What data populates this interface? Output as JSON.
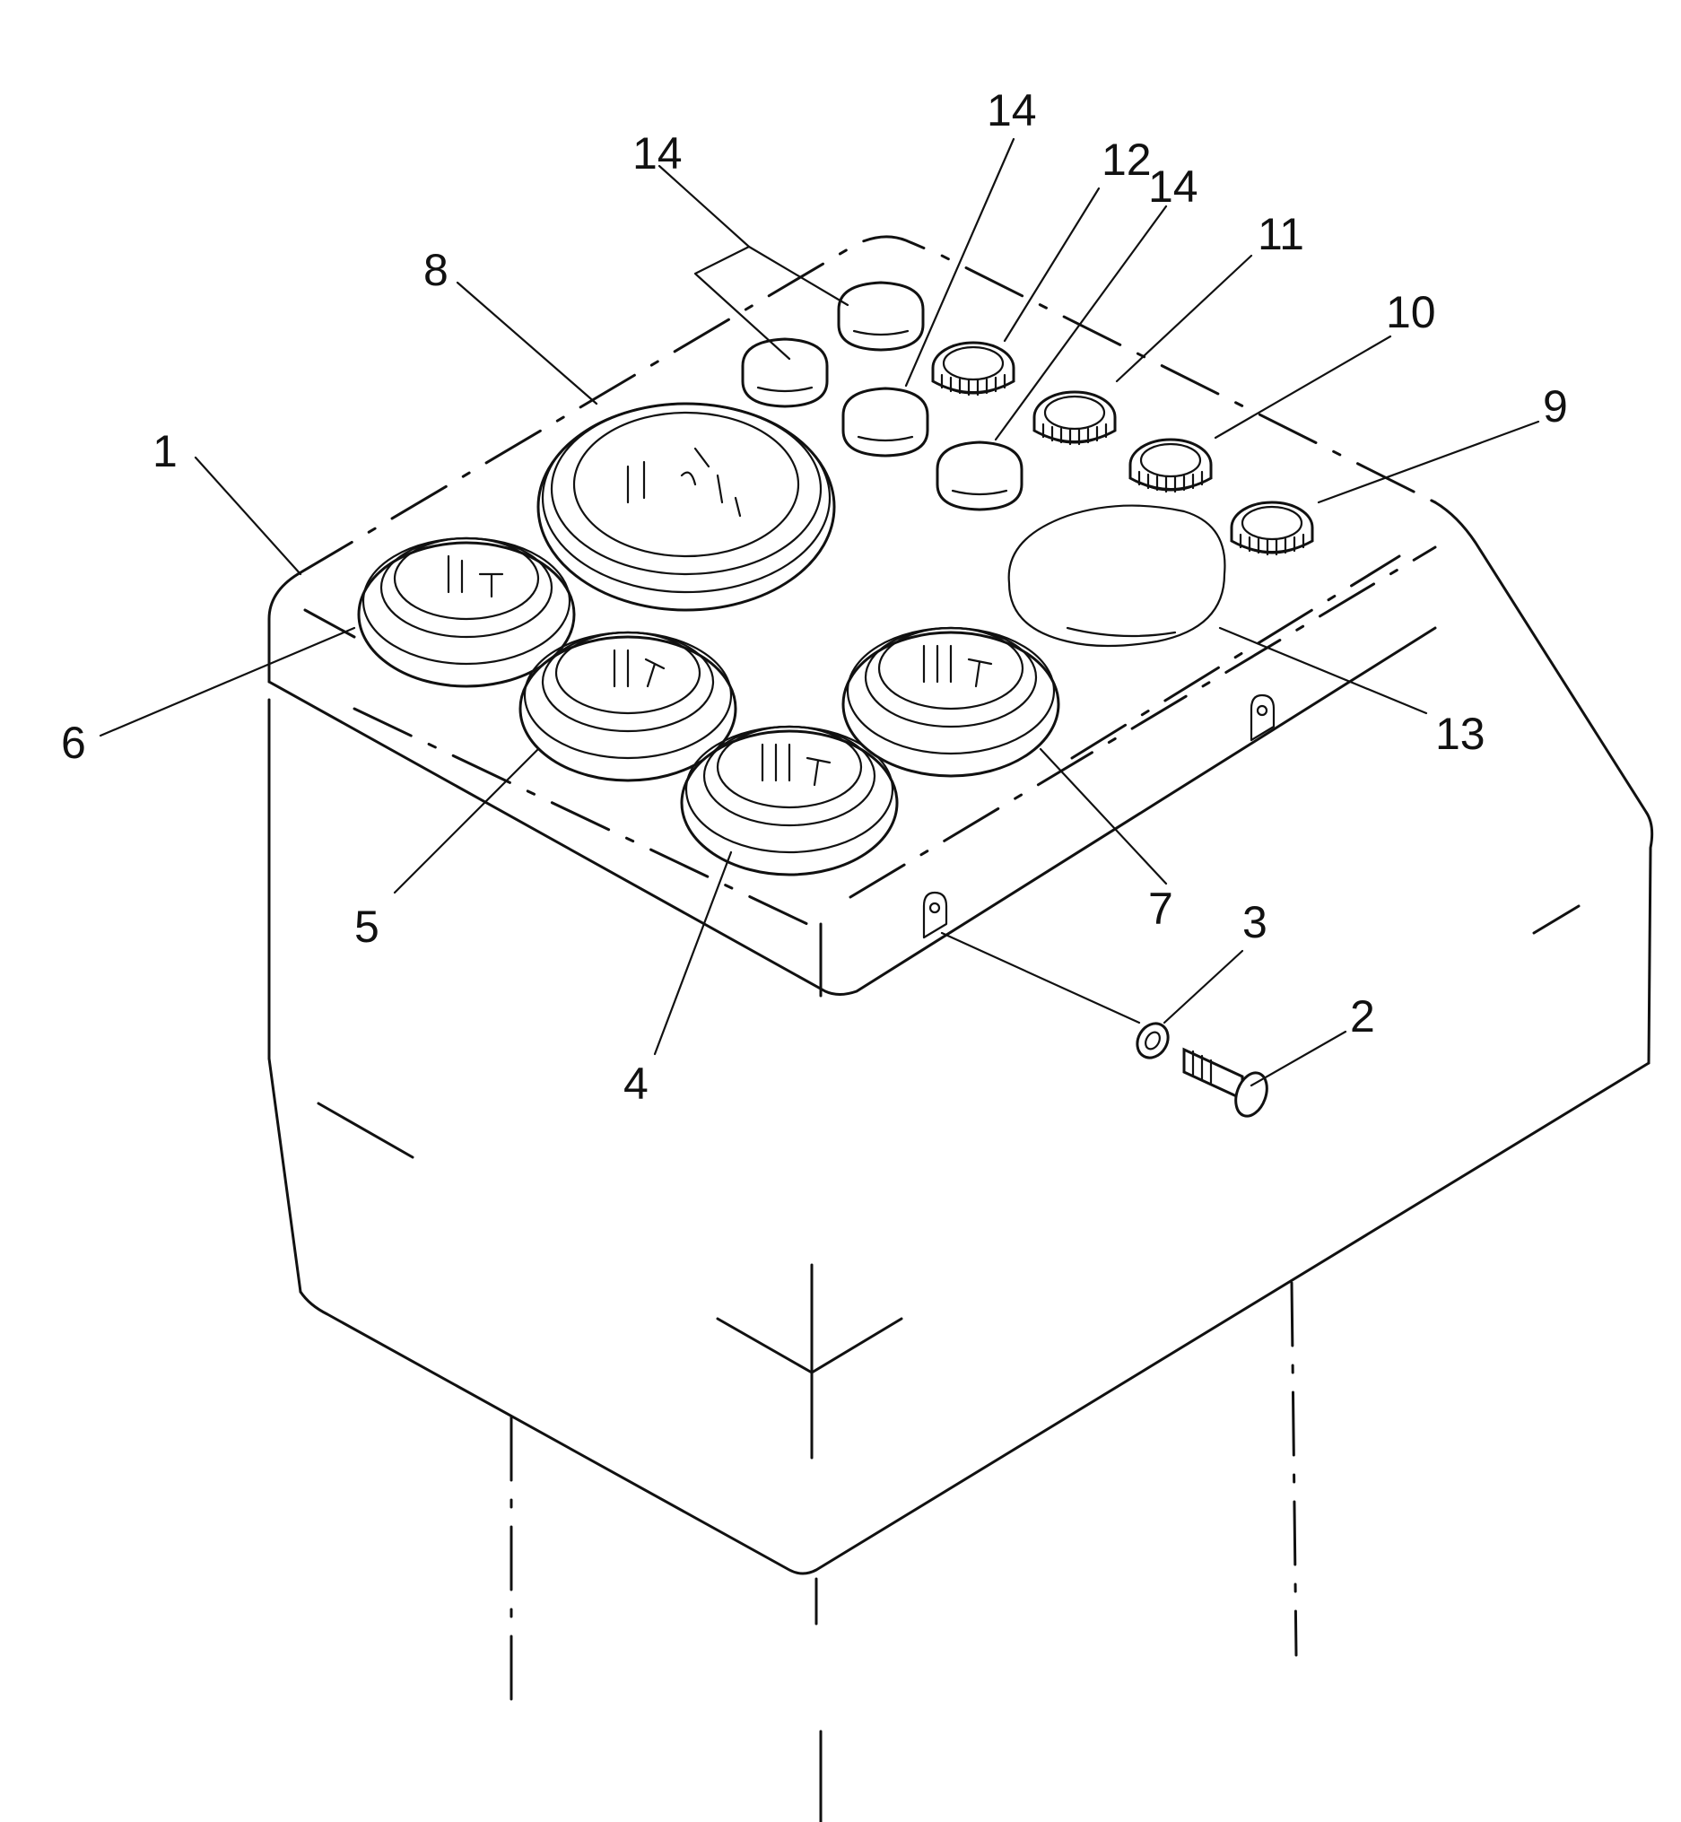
{
  "callouts": [
    {
      "id": "c1",
      "text": "1"
    },
    {
      "id": "c2",
      "text": "2"
    },
    {
      "id": "c3",
      "text": "3"
    },
    {
      "id": "c4",
      "text": "4"
    },
    {
      "id": "c5",
      "text": "5"
    },
    {
      "id": "c6",
      "text": "6"
    },
    {
      "id": "c7",
      "text": "7"
    },
    {
      "id": "c8",
      "text": "8"
    },
    {
      "id": "c9",
      "text": "9"
    },
    {
      "id": "c10",
      "text": "10"
    },
    {
      "id": "c11",
      "text": "11"
    },
    {
      "id": "c12",
      "text": "12"
    },
    {
      "id": "c13",
      "text": "13"
    },
    {
      "id": "c14a",
      "text": "14"
    },
    {
      "id": "c14b",
      "text": "14"
    },
    {
      "id": "c14c",
      "text": "14"
    }
  ]
}
